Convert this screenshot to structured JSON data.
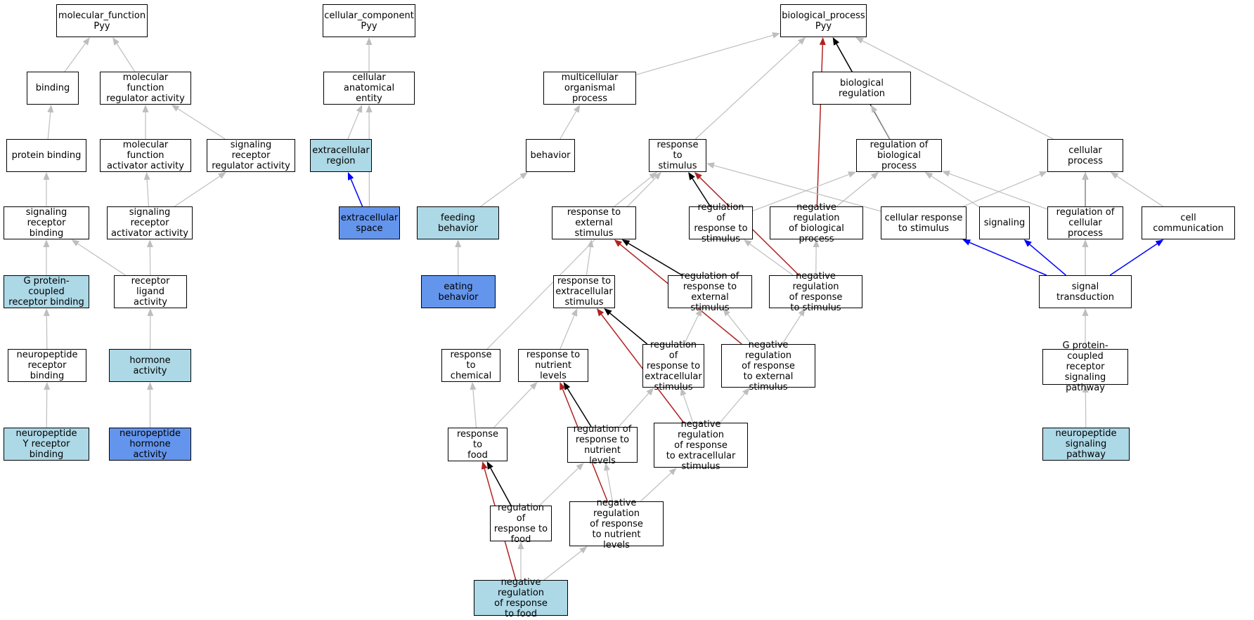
{
  "colors": {
    "gray": "#bebebe",
    "black": "#000000",
    "red": "#b22222",
    "blue": "#0000ff",
    "light_fill": "#add8e6",
    "dark_fill": "#6495ed"
  },
  "nodes": {
    "mf": {
      "label": "molecular_function\nPyy",
      "fill": "white"
    },
    "binding": {
      "label": "binding",
      "fill": "white"
    },
    "mfreg": {
      "label": "molecular function\nregulator activity",
      "fill": "white"
    },
    "protbind": {
      "label": "protein binding",
      "fill": "white"
    },
    "mfact": {
      "label": "molecular function\nactivator activity",
      "fill": "white"
    },
    "srregact": {
      "label": "signaling receptor\nregulator activity",
      "fill": "white"
    },
    "srbind": {
      "label": "signaling receptor\nbinding",
      "fill": "white"
    },
    "sract": {
      "label": "signaling receptor\nactivator activity",
      "fill": "white"
    },
    "gpcrbind": {
      "label": "G protein-coupled\nreceptor binding",
      "fill": "light"
    },
    "rligand": {
      "label": "receptor ligand\nactivity",
      "fill": "white"
    },
    "nprbind": {
      "label": "neuropeptide\nreceptor binding",
      "fill": "white"
    },
    "hormone": {
      "label": "hormone activity",
      "fill": "light"
    },
    "nyrbind": {
      "label": "neuropeptide\nY receptor binding",
      "fill": "light"
    },
    "nphormone": {
      "label": "neuropeptide\nhormone activity",
      "fill": "dark"
    },
    "cc": {
      "label": "cellular_component\nPyy",
      "fill": "white"
    },
    "cae": {
      "label": "cellular anatomical\nentity",
      "fill": "white"
    },
    "ecregion": {
      "label": "extracellular\nregion",
      "fill": "light"
    },
    "ecspace": {
      "label": "extracellular\nspace",
      "fill": "dark"
    },
    "bp": {
      "label": "biological_process\nPyy",
      "fill": "white"
    },
    "mop": {
      "label": "multicellular\norganismal process",
      "fill": "white"
    },
    "bioreg": {
      "label": "biological regulation",
      "fill": "white"
    },
    "behavior": {
      "label": "behavior",
      "fill": "white"
    },
    "rstim": {
      "label": "response to\nstimulus",
      "fill": "white"
    },
    "regbp": {
      "label": "regulation of\nbiological process",
      "fill": "white"
    },
    "cellproc": {
      "label": "cellular process",
      "fill": "white"
    },
    "feeding": {
      "label": "feeding behavior",
      "fill": "light"
    },
    "rext": {
      "label": "response to\nexternal stimulus",
      "fill": "white"
    },
    "regrstim": {
      "label": "regulation of\nresponse to\nstimulus",
      "fill": "white"
    },
    "negregbp": {
      "label": "negative regulation\nof biological\nprocess",
      "fill": "white"
    },
    "cellrstim": {
      "label": "cellular response\nto stimulus",
      "fill": "white"
    },
    "signaling": {
      "label": "signaling",
      "fill": "white"
    },
    "regcp": {
      "label": "regulation of\ncellular process",
      "fill": "white"
    },
    "cellcomm": {
      "label": "cell communication",
      "fill": "white"
    },
    "eating": {
      "label": "eating behavior",
      "fill": "dark"
    },
    "rextra": {
      "label": "response to\nextracellular\nstimulus",
      "fill": "white"
    },
    "regrext": {
      "label": "regulation of\nresponse to\nexternal stimulus",
      "fill": "white"
    },
    "negregrstim": {
      "label": "negative regulation\nof response\nto stimulus",
      "fill": "white"
    },
    "sigtrans": {
      "label": "signal transduction",
      "fill": "white"
    },
    "rchem": {
      "label": "response to\nchemical",
      "fill": "white"
    },
    "rnut": {
      "label": "response to\nnutrient levels",
      "fill": "white"
    },
    "regrextra": {
      "label": "regulation of\nresponse to\nextracellular\nstimulus",
      "fill": "white"
    },
    "negregrext": {
      "label": "negative regulation\nof response\nto external\nstimulus",
      "fill": "white"
    },
    "gpcrsig": {
      "label": "G protein-coupled\nreceptor signaling\npathway",
      "fill": "white"
    },
    "rfood": {
      "label": "response to\nfood",
      "fill": "white"
    },
    "regrnut": {
      "label": "regulation of\nresponse to\nnutrient levels",
      "fill": "white"
    },
    "negregrextra": {
      "label": "negative regulation\nof response\nto extracellular\nstimulus",
      "fill": "white"
    },
    "npsig": {
      "label": "neuropeptide\nsignaling pathway",
      "fill": "light"
    },
    "regrfood": {
      "label": "regulation of\nresponse to\nfood",
      "fill": "white"
    },
    "negregrnut": {
      "label": "negative regulation\nof response\nto nutrient\nlevels",
      "fill": "white"
    },
    "negregrfood": {
      "label": "negative regulation\nof response\nto food",
      "fill": "light"
    }
  },
  "edges": [
    [
      "binding",
      "mf",
      "gray"
    ],
    [
      "mfreg",
      "mf",
      "gray"
    ],
    [
      "protbind",
      "binding",
      "gray"
    ],
    [
      "mfact",
      "mfreg",
      "gray"
    ],
    [
      "srregact",
      "mfreg",
      "gray"
    ],
    [
      "srbind",
      "protbind",
      "gray"
    ],
    [
      "sract",
      "mfact",
      "gray"
    ],
    [
      "sract",
      "srregact",
      "gray"
    ],
    [
      "gpcrbind",
      "srbind",
      "gray"
    ],
    [
      "rligand",
      "srbind",
      "gray"
    ],
    [
      "rligand",
      "sract",
      "gray"
    ],
    [
      "nprbind",
      "gpcrbind",
      "gray"
    ],
    [
      "hormone",
      "rligand",
      "gray"
    ],
    [
      "nyrbind",
      "nprbind",
      "gray"
    ],
    [
      "nphormone",
      "hormone",
      "gray"
    ],
    [
      "cae",
      "cc",
      "gray"
    ],
    [
      "ecregion",
      "cae",
      "gray"
    ],
    [
      "ecspace",
      "cae",
      "gray"
    ],
    [
      "ecspace",
      "ecregion",
      "blue"
    ],
    [
      "mop",
      "bp",
      "gray"
    ],
    [
      "bioreg",
      "bp",
      "gray"
    ],
    [
      "rstim",
      "bp",
      "gray"
    ],
    [
      "regbp",
      "bp",
      "black"
    ],
    [
      "negregbp",
      "bp",
      "red"
    ],
    [
      "cellproc",
      "bp",
      "gray"
    ],
    [
      "behavior",
      "mop",
      "gray"
    ],
    [
      "regbp",
      "bioreg",
      "gray"
    ],
    [
      "feeding",
      "behavior",
      "gray"
    ],
    [
      "eating",
      "feeding",
      "gray"
    ],
    [
      "rext",
      "rstim",
      "gray"
    ],
    [
      "regrstim",
      "rstim",
      "black"
    ],
    [
      "cellrstim",
      "rstim",
      "gray"
    ],
    [
      "negregrstim",
      "rstim",
      "red"
    ],
    [
      "rchem",
      "rstim",
      "gray"
    ],
    [
      "regrstim",
      "regbp",
      "gray"
    ],
    [
      "negregbp",
      "regbp",
      "gray"
    ],
    [
      "signaling",
      "regbp",
      "gray"
    ],
    [
      "regcp",
      "regbp",
      "gray"
    ],
    [
      "cellrstim",
      "cellproc",
      "gray"
    ],
    [
      "regcp",
      "cellproc",
      "black"
    ],
    [
      "cellcomm",
      "cellproc",
      "gray"
    ],
    [
      "sigtrans",
      "cellproc",
      "gray"
    ],
    [
      "sigtrans",
      "cellrstim",
      "blue"
    ],
    [
      "sigtrans",
      "signaling",
      "blue"
    ],
    [
      "sigtrans",
      "regcp",
      "gray"
    ],
    [
      "sigtrans",
      "cellcomm",
      "blue"
    ],
    [
      "negregrstim",
      "regrstim",
      "gray"
    ],
    [
      "negregrstim",
      "negregbp",
      "gray"
    ],
    [
      "rextra",
      "rext",
      "gray"
    ],
    [
      "regrext",
      "rext",
      "black"
    ],
    [
      "negregrext",
      "rext",
      "red"
    ],
    [
      "rnut",
      "rextra",
      "gray"
    ],
    [
      "regrextra",
      "rextra",
      "black"
    ],
    [
      "negregrextra",
      "rextra",
      "red"
    ],
    [
      "regrextra",
      "regrext",
      "gray"
    ],
    [
      "negregrext",
      "regrext",
      "gray"
    ],
    [
      "negregrext",
      "negregrstim",
      "gray"
    ],
    [
      "gpcrsig",
      "sigtrans",
      "gray"
    ],
    [
      "npsig",
      "gpcrsig",
      "gray"
    ],
    [
      "rfood",
      "rchem",
      "gray"
    ],
    [
      "rfood",
      "rnut",
      "gray"
    ],
    [
      "regrnut",
      "rnut",
      "black"
    ],
    [
      "negregrnut",
      "rnut",
      "red"
    ],
    [
      "regrnut",
      "regrextra",
      "gray"
    ],
    [
      "negregrextra",
      "regrextra",
      "gray"
    ],
    [
      "negregrextra",
      "negregrext",
      "gray"
    ],
    [
      "regrfood",
      "rfood",
      "black"
    ],
    [
      "negregrfood",
      "rfood",
      "red"
    ],
    [
      "regrfood",
      "regrnut",
      "gray"
    ],
    [
      "negregrnut",
      "regrnut",
      "gray"
    ],
    [
      "negregrnut",
      "negregrextra",
      "gray"
    ],
    [
      "negregrfood",
      "regrfood",
      "gray"
    ],
    [
      "negregrfood",
      "negregrnut",
      "gray"
    ]
  ]
}
